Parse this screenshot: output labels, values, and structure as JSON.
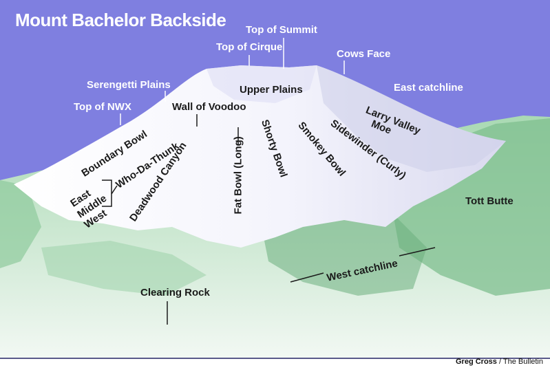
{
  "map": {
    "title": "Mount Bachelor Backside",
    "credit_author": "Greg Cross",
    "credit_sep": " / ",
    "credit_org": "The Bulletin",
    "colors": {
      "sky": "#7f7fe0",
      "snow": "#ffffff",
      "snow_shadow": "#dcdcf2",
      "forest": "#8cc79a",
      "forest_dark": "#3f9a5a",
      "label_sky": "#ffffff",
      "label_ground": "#1a1a1a"
    },
    "labels": {
      "top_of_summit": "Top of Summit",
      "top_of_cirque": "Top of Cirque",
      "cows_face": "Cows Face",
      "serengetti_plains": "Serengetti Plains",
      "east_catchline": "East catchline",
      "upper_plains": "Upper Plains",
      "top_of_nwx": "Top of NWX",
      "wall_of_voodoo": "Wall of Voodoo",
      "larry_valley": "Larry Valley",
      "moe": "Moe",
      "sidewinder": "Sidewinder (Curly)",
      "smokey_bowl": "Smokey Bowl",
      "shorty_bowl": "Shorty Bowl",
      "fat_bowl": "Fat Bowl (Long)",
      "boundary_bowl": "Boundary Bowl",
      "who_da_thunk": "Who-Da-Thunk",
      "east": "East",
      "middle": "Middle",
      "west": "West",
      "deadwood_canyon": "Deadwood Canyon",
      "tott_butte": "Tott Butte",
      "west_catchline": "West catchline",
      "clearing_rock": "Clearing Rock"
    }
  }
}
